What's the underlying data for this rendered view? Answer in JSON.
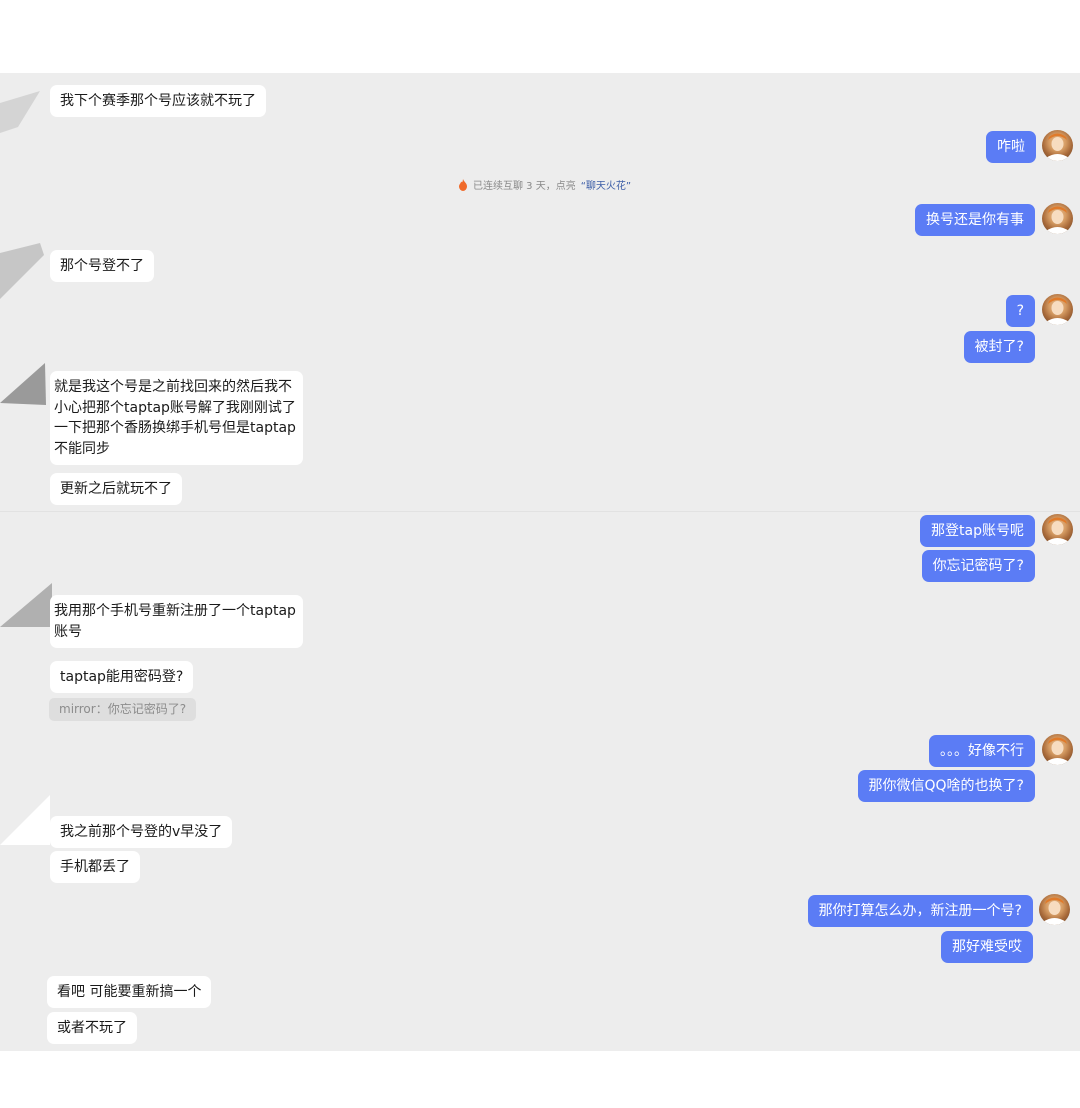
{
  "system_notice": {
    "prefix": "已连续互聊 3 天，点亮",
    "highlight": "“聊天火花”"
  },
  "messages": [
    {
      "side": "in",
      "text": "我下个赛季那个号应该就不玩了"
    },
    {
      "side": "out",
      "text": "咋啦"
    },
    {
      "side": "out",
      "text": "换号还是你有事"
    },
    {
      "side": "in",
      "text": "那个号登不了"
    },
    {
      "side": "out",
      "text": "?"
    },
    {
      "side": "out",
      "text": "被封了?"
    },
    {
      "side": "in",
      "text": "就是我这个号是之前找回来的然后我不小心把那个taptap账号解了我刚刚试了一下把那个香肠换绑手机号但是taptap不能同步"
    },
    {
      "side": "in",
      "text": "更新之后就玩不了"
    },
    {
      "side": "out",
      "text": "那登tap账号呢"
    },
    {
      "side": "out",
      "text": "你忘记密码了?"
    },
    {
      "side": "in",
      "text": "我用那个手机号重新注册了一个taptap账号"
    },
    {
      "side": "in",
      "text": "taptap能用密码登?"
    },
    {
      "side": "quote",
      "text": "mirror：你忘记密码了?"
    },
    {
      "side": "out",
      "text": "。。。好像不行"
    },
    {
      "side": "out",
      "text": "那你微信QQ啥的也换了?"
    },
    {
      "side": "in",
      "text": "我之前那个号登的v早没了"
    },
    {
      "side": "in",
      "text": "手机都丢了"
    },
    {
      "side": "out",
      "text": "那你打算怎么办，新注册一个号?"
    },
    {
      "side": "out",
      "text": "那好难受哎"
    },
    {
      "side": "in",
      "text": "看吧 可能要重新搞一个"
    },
    {
      "side": "in",
      "text": "或者不玩了"
    }
  ],
  "colors": {
    "outgoing_bubble": "#5b7cf5",
    "incoming_bubble": "#ffffff",
    "chat_background": "#ededed",
    "highlight_text": "#3e5fa8"
  },
  "icons": {
    "fire": "fire-icon",
    "avatar": "user-avatar"
  }
}
